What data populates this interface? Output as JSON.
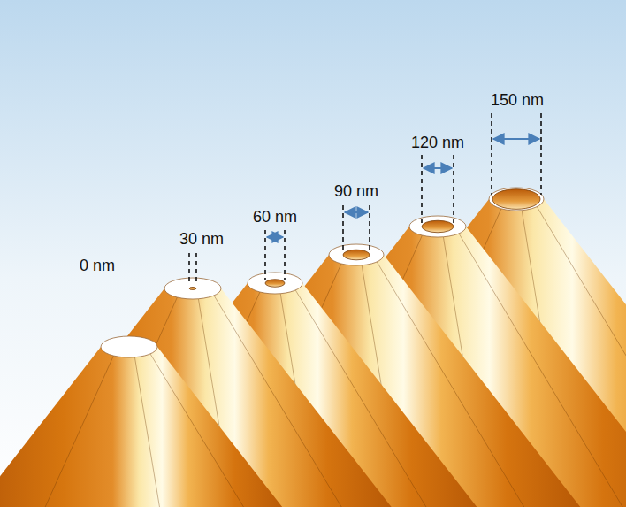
{
  "diagram": {
    "labels": [
      "0 nm",
      "30 nm",
      "60 nm",
      "90 nm",
      "120 nm",
      "150 nm"
    ]
  }
}
